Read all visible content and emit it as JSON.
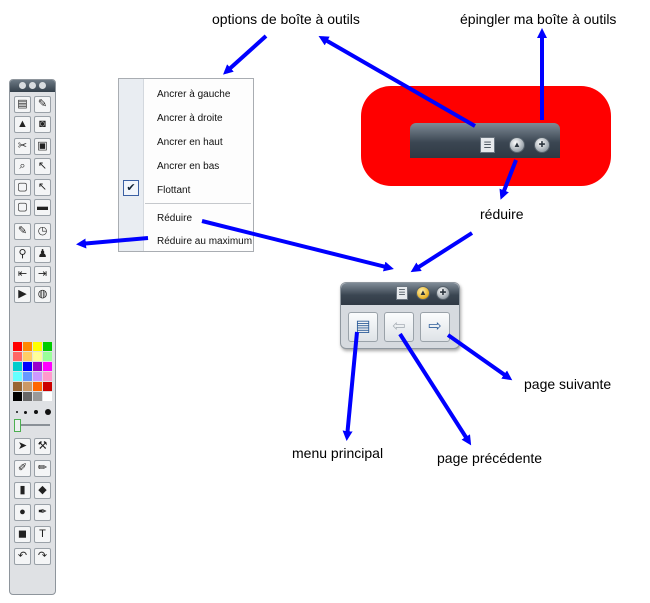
{
  "labels": {
    "toolbox_options": "options de boîte à outils",
    "pin_toolbox": "épingler ma boîte à outils",
    "reduce": "réduire",
    "next_page": "page suivante",
    "main_menu": "menu principal",
    "previous_page": "page précédente"
  },
  "context_menu": {
    "items": [
      {
        "label": "Ancrer à gauche"
      },
      {
        "label": "Ancrer à droite"
      },
      {
        "label": "Ancrer en haut"
      },
      {
        "label": "Ancrer en bas"
      },
      {
        "label": "Flottant",
        "checked": true
      },
      {
        "label": "Réduire"
      },
      {
        "label": "Réduire au maximum"
      }
    ]
  },
  "toolbox": {
    "icons": [
      "menu-icon",
      "colors-icon",
      "landscape-icon",
      "camera-icon",
      "tools-icon",
      "picture-icon",
      "zoom-icon",
      "select-icon",
      "capture-icon",
      "select-alt-icon",
      "capture-alt-icon",
      "keyboard-icon",
      "pen-icon",
      "clock-icon",
      "magnifier-icon",
      "stamp-icon",
      "page-back-icon",
      "page-forward-icon",
      "record-icon",
      "globe-icon",
      "pointer-icon",
      "wrench-icon",
      "pen-tool-icon",
      "marker-icon",
      "highlighter-icon",
      "eraser-icon",
      "fill-icon",
      "brush-icon",
      "shapes-icon",
      "text-icon",
      "undo-icon",
      "redo-icon"
    ],
    "palette": [
      "#ff0000",
      "#ff8800",
      "#ffff00",
      "#00cc00",
      "#ff6666",
      "#ffcc66",
      "#ffff99",
      "#99ff99",
      "#00cccc",
      "#0000ff",
      "#9900cc",
      "#ff00ff",
      "#66ffff",
      "#6699ff",
      "#cc99ff",
      "#ff99cc",
      "#996633",
      "#cc9966",
      "#ff6600",
      "#cc0000",
      "#000000",
      "#666666",
      "#999999",
      "#ffffff"
    ]
  },
  "colors": {
    "arrow": "#0000ff",
    "highlight": "#ff0000",
    "toolbar_dark": "#34404b"
  }
}
